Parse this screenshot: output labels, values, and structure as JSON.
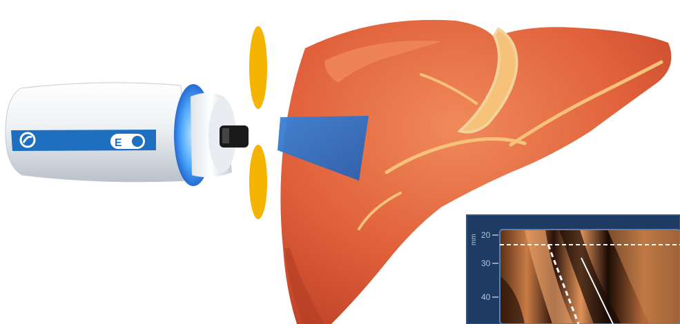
{
  "probe": {
    "logo_icon": "swirl-logo-icon",
    "model_mark": "E",
    "button_icon": "toggle-switch-icon",
    "colors": {
      "body": "#eef1f4",
      "stripe": "#1f6fc0",
      "glow": "#4aa8ff",
      "tip": "#1a1a1a"
    }
  },
  "pulse": {
    "icon": "vibration-pulse-icon",
    "color": "#f5b400"
  },
  "measurement_zone": {
    "color": "#2f6fc4"
  },
  "liver": {
    "color": "#e0603a",
    "highlight": "#f6c27a"
  },
  "elastogram": {
    "unit": "mm",
    "depth_ticks": [
      "20",
      "30",
      "40"
    ],
    "frame_color": "#1d3b63",
    "reference_line": "dashed"
  }
}
